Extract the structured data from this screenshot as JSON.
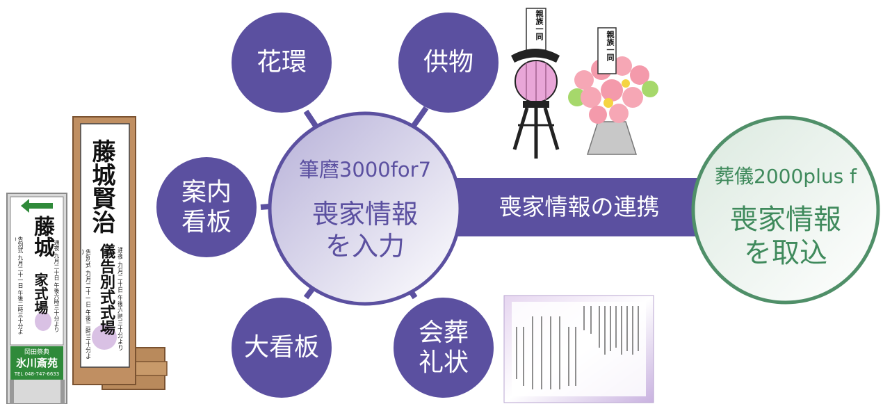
{
  "center": {
    "product": "筆麿3000for7",
    "action": "喪家情報\nを入力"
  },
  "right": {
    "product": "葬儀2000plus f",
    "action": "喪家情報\nを取込"
  },
  "link_label": "喪家情報の連携",
  "satellites": {
    "kakan": "花環",
    "kumotsu": "供物",
    "annai": "案内\n看板",
    "ookanban": "大看板",
    "kaiso": "会葬\n礼状"
  },
  "big_signboard": {
    "name": "藤城賢治",
    "ceremony": "儀告別式式場",
    "tsuya": "通夜 九月二十日 午後六時三十分より",
    "kokubetsu": "告別式 九月二十一日 午後二時三十分より"
  },
  "small_signboard": {
    "name": "藤城",
    "suffix": "家式場",
    "tsuya": "通夜 九月二十日 午後六時三十分より",
    "kokubetsu": "告別式 九月二十一日 午後二時三十分より",
    "sponsor": "岡田祭典",
    "hall": "氷川斎苑",
    "tel": "TEL 048-747-6633"
  },
  "lantern_tag": "親族一同",
  "flowers_tag": "親族一同",
  "colors": {
    "purple": "#5b50a0",
    "green": "#4f8f68",
    "green_text": "#3f8a5c",
    "signboard_green": "#2f8a3a"
  }
}
